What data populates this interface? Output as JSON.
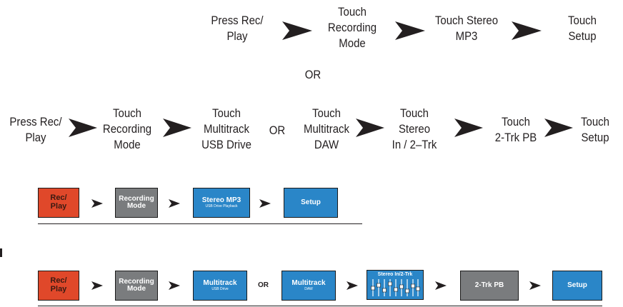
{
  "flow1": {
    "step1": "Press Rec/\nPlay",
    "step2": "Touch\nRecording\nMode",
    "step3": "Touch Stereo\nMP3",
    "step4": "Touch\nSetup"
  },
  "or_text": "OR",
  "flow2": {
    "step1": "Press Rec/\nPlay",
    "step2": "Touch\nRecording\nMode",
    "step3": "Touch\nMultitrack\nUSB Drive",
    "or": "OR",
    "step4": "Touch\nMultitrack\nDAW",
    "step5": "Touch\nStereo\nIn / 2–Trk",
    "step6": "Touch\n2-Trk PB",
    "step7": "Touch\nSetup"
  },
  "buttons1": {
    "rec": "Rec/\nPlay",
    "recording_mode": "Recording\nMode",
    "stereo_mp3": "Stereo MP3",
    "stereo_mp3_sub": "USB Drive Playback",
    "setup": "Setup"
  },
  "buttons2": {
    "rec": "Rec/\nPlay",
    "recording_mode": "Recording\nMode",
    "multitrack_usb": "Multitrack",
    "multitrack_usb_sub": "USB Drive",
    "or": "OR",
    "multitrack_daw": "Multitrack",
    "multitrack_daw_sub": "DAW",
    "stereo_in": "Stereo In/2-Trk",
    "two_trk_pb": "2-Trk PB",
    "setup": "Setup"
  },
  "colors": {
    "rec_button": "#e0482a",
    "gray_button": "#7a7c7e",
    "blue_button": "#2a86c8"
  }
}
